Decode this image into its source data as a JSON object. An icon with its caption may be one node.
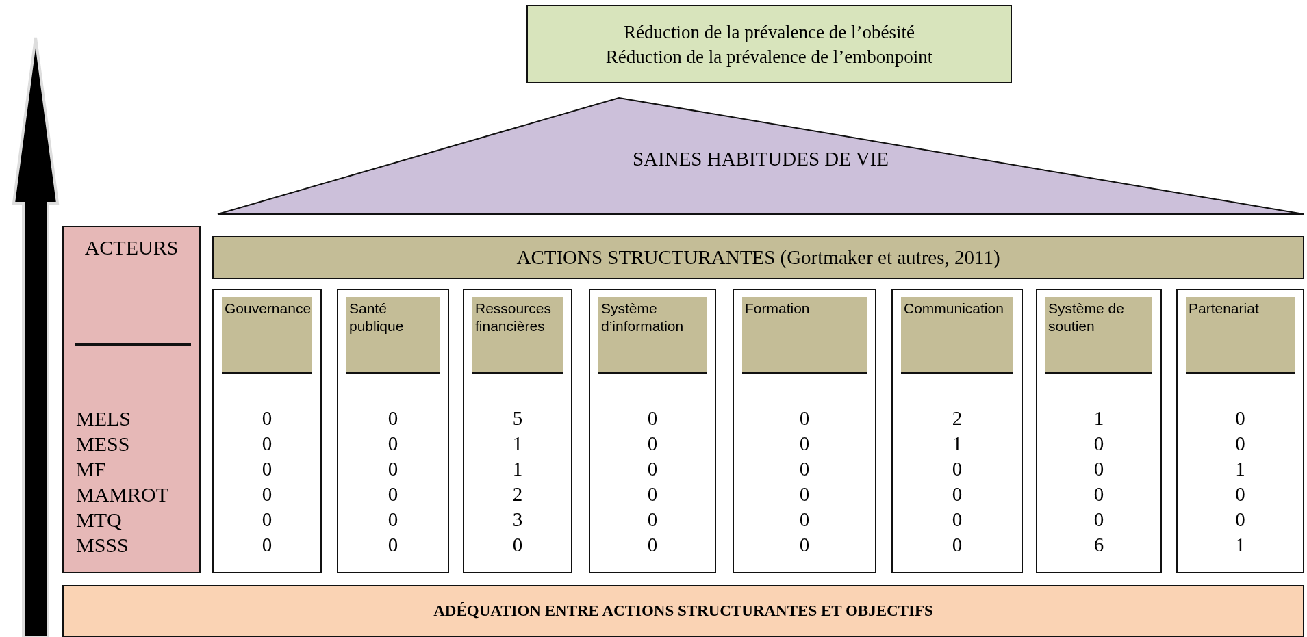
{
  "diagram": {
    "nodes": [
      {
        "text": [
          "Réduction de la prévalence de l’obésité",
          "Réduction de la prévalence de l’embonpoint"
        ]
      },
      {
        "text": [
          "SAINES HABITUDES DE VIE"
        ]
      },
      {
        "text": [
          "ACTEURS",
          "MELS",
          "MESS",
          "MF",
          "MAMROT",
          "MTQ",
          "MSSS"
        ]
      },
      {
        "text": [
          "ACTIONS STRUCTURANTES (Gortmaker et autres, 2011)"
        ]
      },
      {
        "text": [
          "0",
          "0",
          "0",
          "0",
          "0",
          "0"
        ]
      },
      {
        "text": [
          "Gouvernance"
        ],
        "in": 4
      },
      {
        "text": [
          "0",
          "0",
          "0",
          "0",
          "0",
          "0"
        ]
      },
      {
        "text": [
          "Santé publique"
        ],
        "in": 6
      },
      {
        "text": [
          "5",
          "1",
          "1",
          "2",
          "3",
          "0"
        ]
      },
      {
        "text": [
          "Ressources financières"
        ],
        "in": 8
      },
      {
        "text": [
          "0",
          "0",
          "0",
          "0",
          "0",
          "0"
        ]
      },
      {
        "text": [
          "Système d’information"
        ],
        "in": 10
      },
      {
        "text": [
          "0",
          "0",
          "0",
          "0",
          "0",
          "0"
        ]
      },
      {
        "text": [
          "Formation"
        ],
        "in": 12
      },
      {
        "text": [
          "2",
          "1",
          "0",
          "0",
          "0",
          "0"
        ]
      },
      {
        "text": [
          "Communication"
        ],
        "in": 14
      },
      {
        "text": [
          "1",
          "0",
          "0",
          "0",
          "0",
          "6"
        ]
      },
      {
        "text": [
          "Système de soutien"
        ],
        "in": 16
      },
      {
        "text": [
          "0",
          "0",
          "1",
          "0",
          "0",
          "1"
        ]
      },
      {
        "text": [
          "Partenariat"
        ],
        "in": 18
      },
      {
        "text": [
          "ADÉQUATION ENTRE ACTIONS STRUCTURANTES ET OBJECTIFS"
        ]
      }
    ],
    "edges": []
  }
}
